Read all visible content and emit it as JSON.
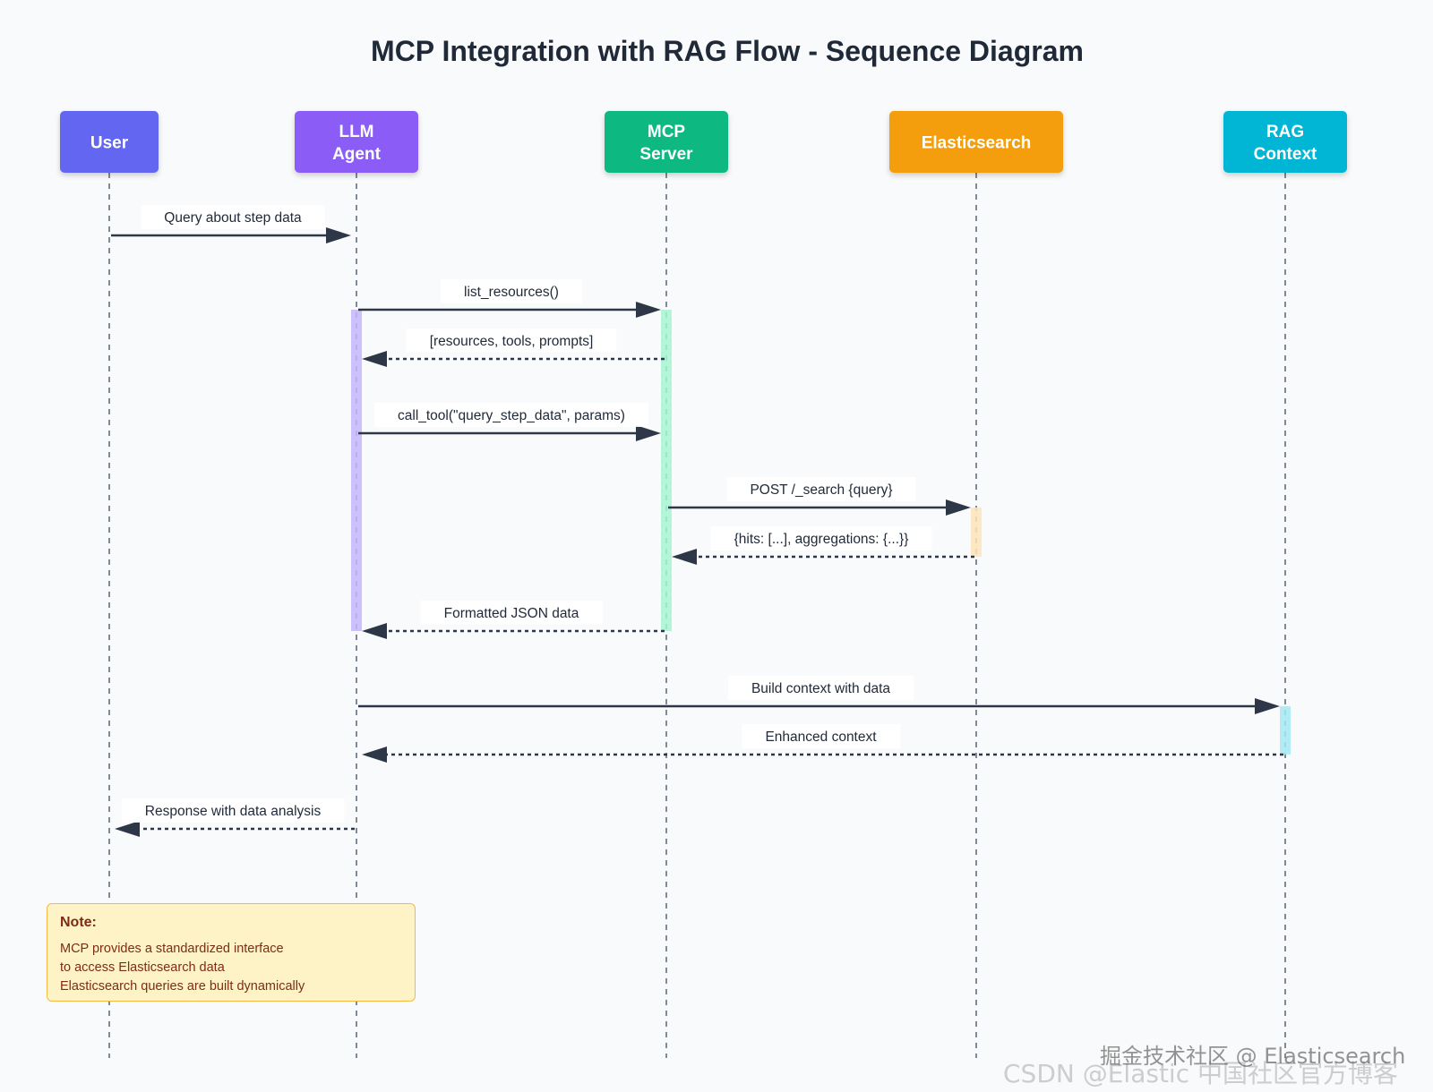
{
  "title": "MCP Integration with RAG Flow - Sequence Diagram",
  "participants": [
    {
      "id": "user",
      "lines": [
        "User"
      ],
      "color": "#6366f1"
    },
    {
      "id": "llm",
      "lines": [
        "LLM",
        "Agent"
      ],
      "color": "#8b5cf6"
    },
    {
      "id": "mcp",
      "lines": [
        "MCP",
        "Server"
      ],
      "color": "#10b981"
    },
    {
      "id": "es",
      "lines": [
        "Elasticsearch"
      ],
      "color": "#f59e0b"
    },
    {
      "id": "rag",
      "lines": [
        "RAG",
        "Context"
      ],
      "color": "#06b6d4"
    }
  ],
  "messages": [
    {
      "from": "user",
      "to": "llm",
      "label": "Query about step data",
      "style": "solid"
    },
    {
      "from": "llm",
      "to": "mcp",
      "label": "list_resources()",
      "style": "solid"
    },
    {
      "from": "mcp",
      "to": "llm",
      "label": "[resources, tools, prompts]",
      "style": "dashed"
    },
    {
      "from": "llm",
      "to": "mcp",
      "label": "call_tool(\"query_step_data\", params)",
      "style": "solid"
    },
    {
      "from": "mcp",
      "to": "es",
      "label": "POST /_search {query}",
      "style": "solid"
    },
    {
      "from": "es",
      "to": "mcp",
      "label": "{hits: [...], aggregations: {...}}",
      "style": "dashed"
    },
    {
      "from": "mcp",
      "to": "llm",
      "label": "Formatted JSON data",
      "style": "dashed"
    },
    {
      "from": "llm",
      "to": "rag",
      "label": "Build context with data",
      "style": "solid"
    },
    {
      "from": "rag",
      "to": "llm",
      "label": "Enhanced context",
      "style": "dashed"
    },
    {
      "from": "llm",
      "to": "user",
      "label": "Response with data analysis",
      "style": "dashed"
    }
  ],
  "activations": [
    {
      "participant": "llm",
      "color": "#c4b5fd"
    },
    {
      "participant": "mcp",
      "color": "#a7f3d0"
    },
    {
      "participant": "es",
      "color": "#fde4b8"
    },
    {
      "participant": "rag",
      "color": "#a5e9f5"
    }
  ],
  "note": {
    "title": "Note:",
    "lines": [
      "MCP provides a standardized interface",
      "to access Elasticsearch data",
      "Elasticsearch queries are built dynamically"
    ]
  },
  "watermark": {
    "line1": "掘金技术社区 @ Elasticsearch",
    "line2": "CSDN @Elastic 中国社区官方博客"
  }
}
